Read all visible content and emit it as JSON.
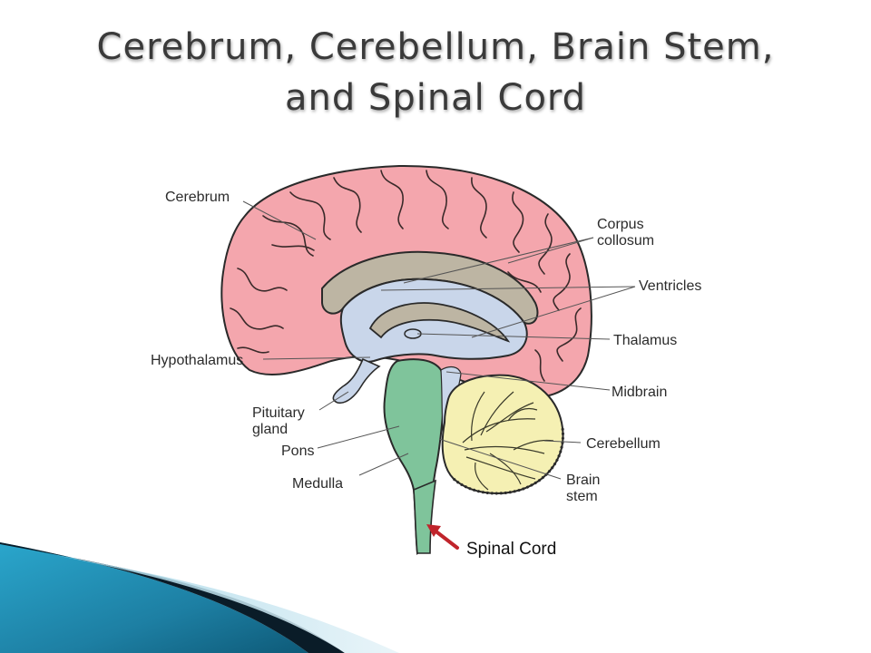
{
  "title": {
    "line1": "Cerebrum, Cerebellum, Brain Stem,",
    "line2": "and Spinal Cord"
  },
  "labels": {
    "cerebrum": "Cerebrum",
    "corpus_1": "Corpus",
    "corpus_2": "collosum",
    "ventricles": "Ventricles",
    "thalamus": "Thalamus",
    "hypothalamus": "Hypothalamus",
    "midbrain": "Midbrain",
    "pituitary_1": "Pituitary",
    "pituitary_2": "gland",
    "cerebellum": "Cerebellum",
    "pons": "Pons",
    "medulla": "Medulla",
    "brainstem_1": "Brain",
    "brainstem_2": "stem",
    "spinal_cord": "Spinal Cord"
  },
  "colors": {
    "cerebrum": "#f4a6ad",
    "corpus": "#bdb5a3",
    "ventricle": "#c9d6ea",
    "brainstem": "#7fc49b",
    "cerebellum": "#f5f0b3",
    "arrow": "#c0242b",
    "swoosh_teal": "#1f8bb0",
    "swoosh_dark": "#0a1c28"
  }
}
